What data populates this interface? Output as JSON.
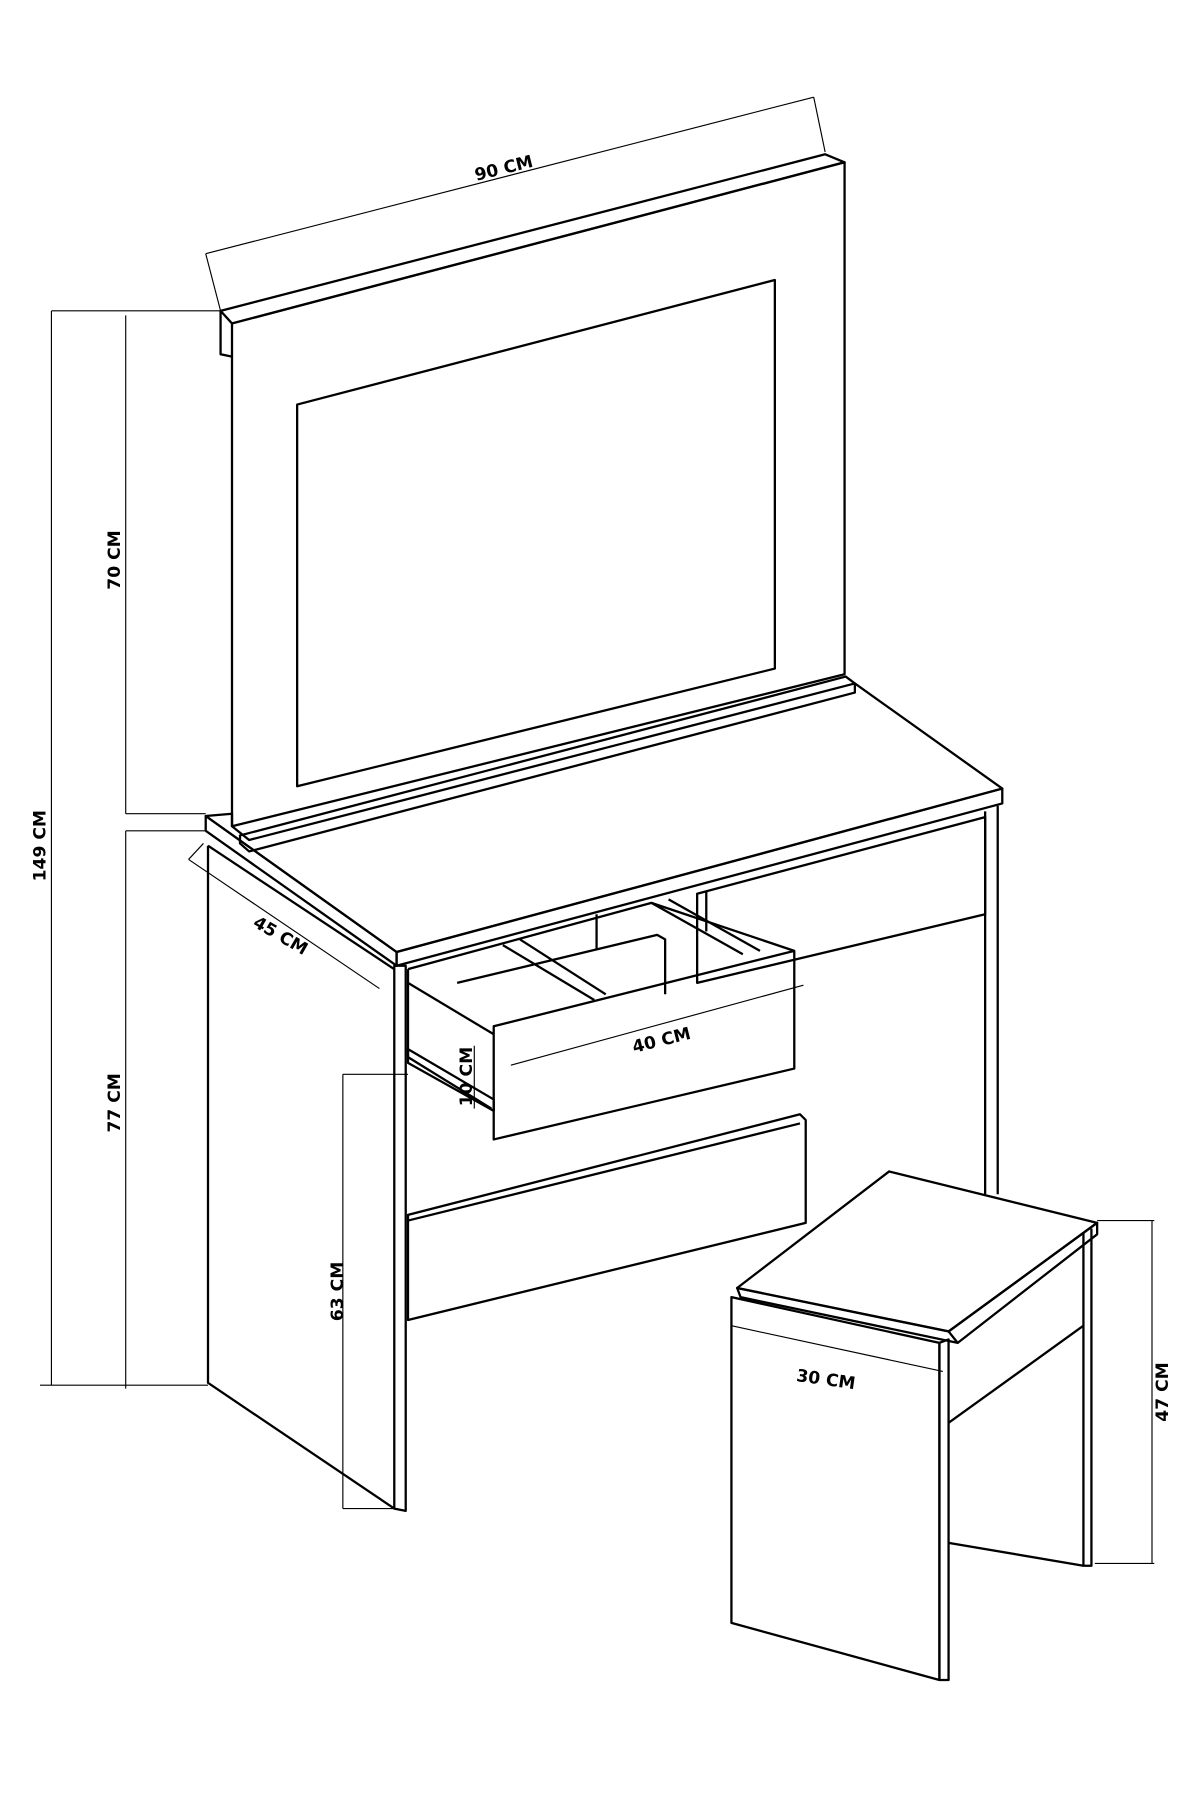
{
  "title": "Dressing table with mirror and stool — dimensions",
  "dimensions": {
    "mirror_width": "90 CM",
    "mirror_height": "70 CM",
    "total_height": "149 CM",
    "table_height": "77 CM",
    "table_depth": "45 CM",
    "drawer_width": "40 CM",
    "drawer_height": "10 CM",
    "knee_height": "63 CM",
    "stool_width": "30 CM",
    "stool_height": "47 CM"
  },
  "colors": {
    "line": "#000000",
    "background": "#ffffff"
  }
}
